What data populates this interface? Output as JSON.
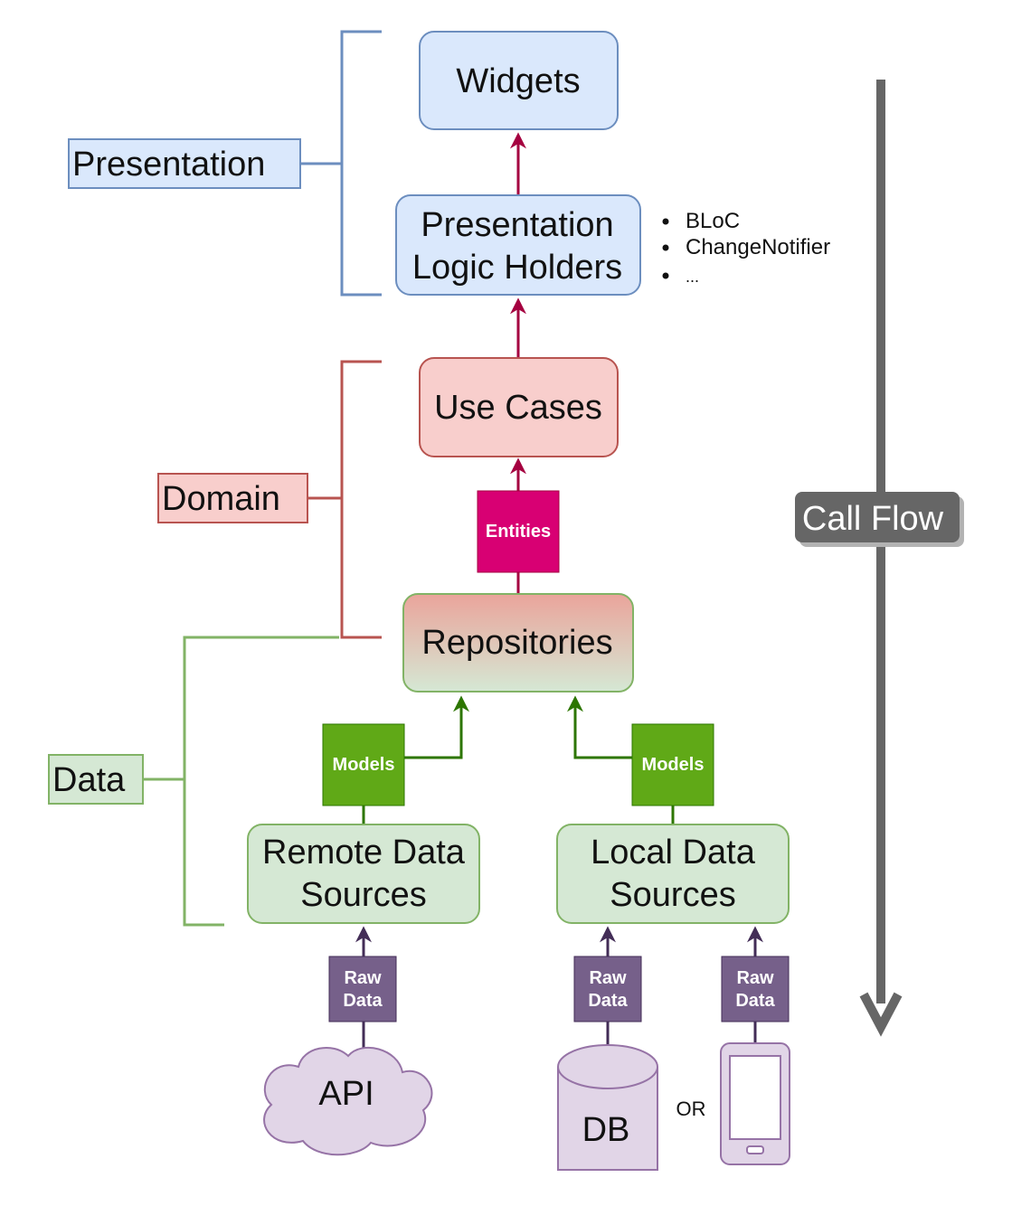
{
  "layers": {
    "presentation": "Presentation",
    "domain": "Domain",
    "data": "Data"
  },
  "boxes": {
    "widgets": "Widgets",
    "plh_line1": "Presentation",
    "plh_line2": "Logic Holders",
    "use_cases": "Use Cases",
    "repositories": "Repositories",
    "remote_line1": "Remote Data",
    "remote_line2": "Sources",
    "local_line1": "Local Data",
    "local_line2": "Sources"
  },
  "tags": {
    "entities": "Entities",
    "models": "Models",
    "raw_line1": "Raw",
    "raw_line2": "Data"
  },
  "logic_holder_examples": [
    "BLoC",
    "ChangeNotifier",
    "..."
  ],
  "sources": {
    "api": "API",
    "db": "DB",
    "or": "OR"
  },
  "call_flow": "Call Flow",
  "colors": {
    "presentation_fill": "#dae8fc",
    "presentation_stroke": "#6c8ebf",
    "domain_fill": "#f8cecc",
    "domain_stroke": "#b85450",
    "data_fill": "#d5e8d4",
    "data_stroke": "#82b366",
    "entities": "#d80073",
    "models": "#60a917",
    "raw_data": "#76608a",
    "source_fill": "#e1d5e7",
    "source_stroke": "#9673a6",
    "call_flow": "#666666"
  }
}
